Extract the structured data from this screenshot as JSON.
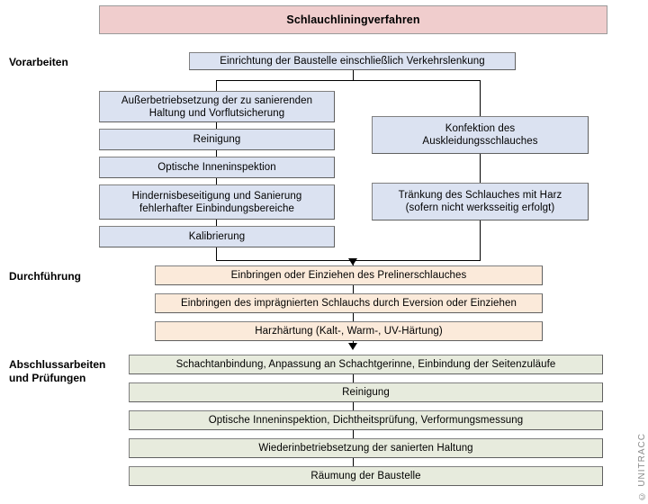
{
  "diagram": {
    "title": "Schlauchliningverfahren",
    "watermark": "© UNITRACC",
    "colors": {
      "title_fill": "#f0cdcd",
      "phase1_fill": "#dbe2f1",
      "phase2_fill": "#fbeada",
      "phase3_fill": "#e7ebdd",
      "border": "#808080",
      "connector": "#000000"
    }
  },
  "phases": [
    {
      "label_line1": "Vorarbeiten",
      "label_line2": ""
    },
    {
      "label_line1": "Durchführung",
      "label_line2": ""
    },
    {
      "label_line1": "Abschlussarbeiten",
      "label_line2": "und Prüfungen"
    }
  ],
  "nodes": {
    "start": "Einrichtung der Baustelle einschließlich Verkehrslenkung",
    "left_branch": [
      "Außerbetriebsetzung der zu sanierenden\nHaltung und Vorflutsicherung",
      "Reinigung",
      "Optische Inneninspektion",
      "Hindernisbeseitigung und Sanierung\nfehlerhafter Einbindungsbereiche",
      "Kalibrierung"
    ],
    "right_branch": [
      "Konfektion des\nAuskleidungsschlauches",
      "Tränkung des Schlauches mit Harz\n(sofern nicht werksseitig erfolgt)"
    ],
    "execution": [
      "Einbringen oder Einziehen des Prelinerschlauches",
      "Einbringen des imprägnierten Schlauchs durch Eversion oder Einziehen",
      "Harzhärtung (Kalt-, Warm-, UV-Härtung)"
    ],
    "closing": [
      "Schachtanbindung, Anpassung an Schachtgerinne, Einbindung der Seitenzuläufe",
      "Reinigung",
      "Optische Inneninspektion, Dichtheitsprüfung, Verformungsmessung",
      "Wiederinbetriebsetzung der sanierten Haltung",
      "Räumung der Baustelle"
    ]
  }
}
